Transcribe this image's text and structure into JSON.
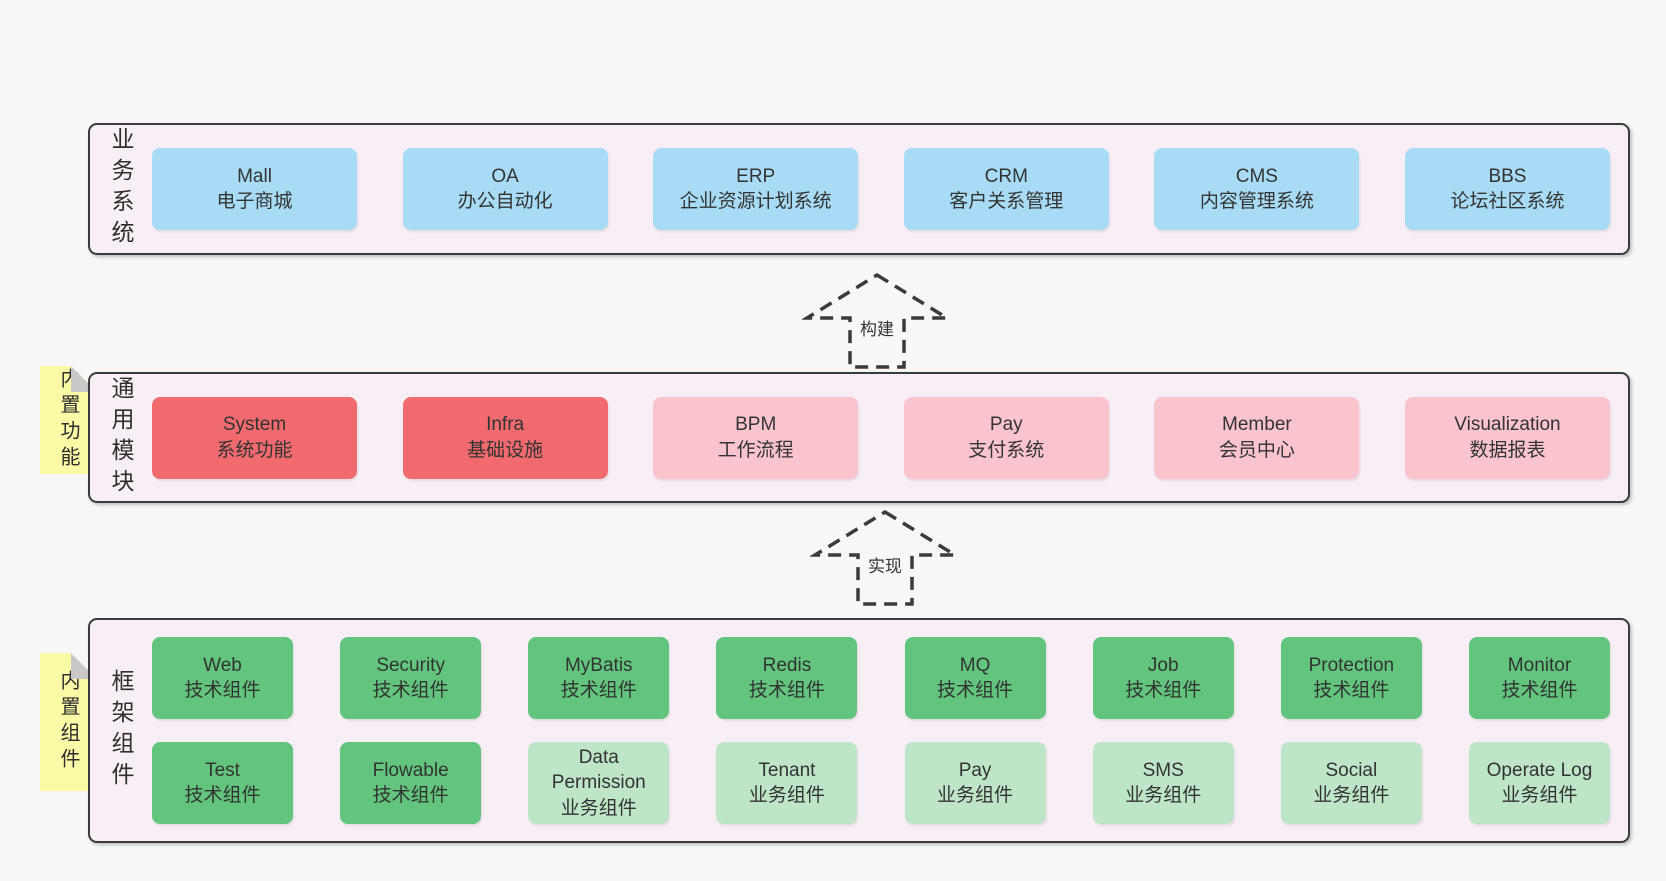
{
  "colors": {
    "page_bg": "#f7f7f7",
    "band_bg": "#f8eef6",
    "line": "#3b3b3b",
    "blue": "#a8dcf6",
    "red": "#f16b6e",
    "pink": "#fac4cf",
    "green_dark": "#62c47d",
    "green_light": "#bfe5c9",
    "note_yellow": "#fafaa6",
    "note_fold": "#c9c9c9"
  },
  "layers": {
    "business": {
      "label": "业务系统",
      "items": [
        {
          "name": "Mall",
          "desc": "电子商城",
          "variant": "blue"
        },
        {
          "name": "OA",
          "desc": "办公自动化",
          "variant": "blue"
        },
        {
          "name": "ERP",
          "desc": "企业资源计划系统",
          "variant": "blue"
        },
        {
          "name": "CRM",
          "desc": "客户关系管理",
          "variant": "blue"
        },
        {
          "name": "CMS",
          "desc": "内容管理系统",
          "variant": "blue"
        },
        {
          "name": "BBS",
          "desc": "论坛社区系统",
          "variant": "blue"
        }
      ]
    },
    "modules": {
      "label": "通用模块",
      "note": "内置功能",
      "items": [
        {
          "name": "System",
          "desc": "系统功能",
          "variant": "red"
        },
        {
          "name": "Infra",
          "desc": "基础设施",
          "variant": "red"
        },
        {
          "name": "BPM",
          "desc": "工作流程",
          "variant": "pink"
        },
        {
          "name": "Pay",
          "desc": "支付系统",
          "variant": "pink"
        },
        {
          "name": "Member",
          "desc": "会员中心",
          "variant": "pink"
        },
        {
          "name": "Visualization",
          "desc": "数据报表",
          "variant": "pink"
        }
      ]
    },
    "components": {
      "label": "框架组件",
      "note": "内置组件",
      "rows": [
        [
          {
            "name": "Web",
            "desc": "技术组件",
            "variant": "green"
          },
          {
            "name": "Security",
            "desc": "技术组件",
            "variant": "green"
          },
          {
            "name": "MyBatis",
            "desc": "技术组件",
            "variant": "green"
          },
          {
            "name": "Redis",
            "desc": "技术组件",
            "variant": "green"
          },
          {
            "name": "MQ",
            "desc": "技术组件",
            "variant": "green"
          },
          {
            "name": "Job",
            "desc": "技术组件",
            "variant": "green"
          },
          {
            "name": "Protection",
            "desc": "技术组件",
            "variant": "green"
          },
          {
            "name": "Monitor",
            "desc": "技术组件",
            "variant": "green"
          }
        ],
        [
          {
            "name": "Test",
            "desc": "技术组件",
            "variant": "green"
          },
          {
            "name": "Flowable",
            "desc": "技术组件",
            "variant": "green"
          },
          {
            "name": "Data Permission",
            "desc": "业务组件",
            "variant": "green-light"
          },
          {
            "name": "Tenant",
            "desc": "业务组件",
            "variant": "green-light"
          },
          {
            "name": "Pay",
            "desc": "业务组件",
            "variant": "green-light"
          },
          {
            "name": "SMS",
            "desc": "业务组件",
            "variant": "green-light"
          },
          {
            "name": "Social",
            "desc": "业务组件",
            "variant": "green-light"
          },
          {
            "name": "Operate Log",
            "desc": "业务组件",
            "variant": "green-light"
          }
        ]
      ]
    }
  },
  "arrows": [
    {
      "label": "构建"
    },
    {
      "label": "实现"
    }
  ]
}
